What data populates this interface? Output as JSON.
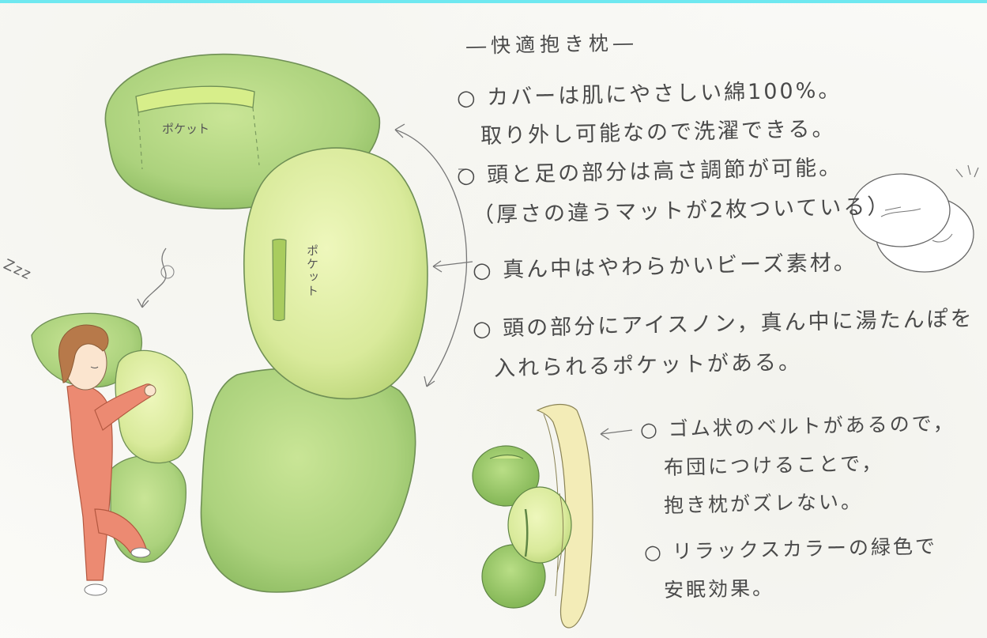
{
  "title": "―快適抱き枕―",
  "notes": {
    "cover_line1": "○ カバーは肌にやさしい綿100%。",
    "cover_line2": "取り外し可能なので洗濯できる。",
    "height_line1": "○ 頭と足の部分は高さ調節が可能。",
    "height_line2": "（厚さの違うマットが2枚ついている）",
    "middle": "○ 真ん中はやわらかいビーズ素材。",
    "pocket_line1": "○ 頭の部分にアイスノン，真ん中に湯たんぽを",
    "pocket_line2": "入れられるポケットがある。",
    "belt_line1": "○ ゴム状のベルトがあるので，",
    "belt_line2": "布団につけることで，",
    "belt_line3": "抱き枕がズレない。",
    "color_line1": "○ リラックスカラーの緑色で",
    "color_line2": "安眠効果。"
  },
  "pillow_labels": {
    "pocket_top": "ポケット",
    "pocket_middle": "ポケット"
  },
  "sleep_sound": "Zzz",
  "colors": {
    "pillow_dark_green": "#a9cf78",
    "pillow_light_green": "#d8ea9a",
    "pocket_yellow_green": "#c8e27a",
    "person_red": "#e8735a",
    "hair_brown": "#b7794a",
    "belt_yellow": "#efe7a8",
    "frame_cyan": "#6fe8f0"
  },
  "icons": [
    "arrow-icon",
    "mat-icon"
  ]
}
